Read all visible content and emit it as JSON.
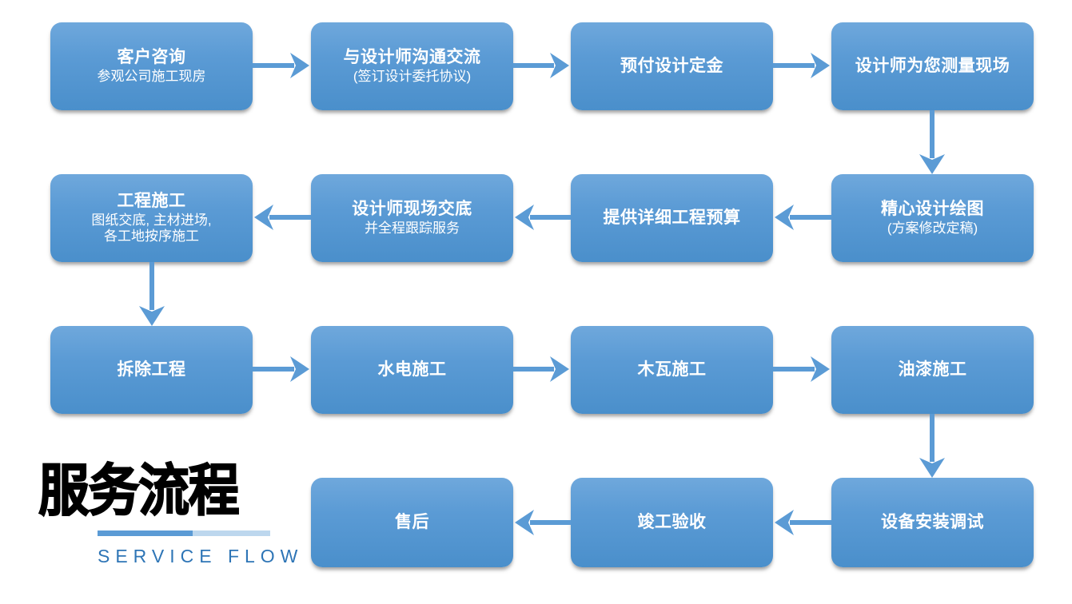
{
  "diagram": {
    "title_cn": "服务流程",
    "title_en": "SERVICE FLOW",
    "accent_color": "#5B9BD5",
    "accent_light_color": "#BDD7EE",
    "title_en_color": "#2E75B6",
    "node_fill_top": "#6FA8DC",
    "node_fill_bottom": "#4A8FCB",
    "node_text_color": "#FFFFFF"
  },
  "nodes": [
    {
      "id": "n01",
      "title": "客户咨询",
      "sub": [
        "参观公司施工现房"
      ]
    },
    {
      "id": "n02",
      "title": "与设计师沟通交流",
      "sub": [
        "(签订设计委托协议)"
      ]
    },
    {
      "id": "n03",
      "title": "预付设计定金",
      "sub": []
    },
    {
      "id": "n04",
      "title": "设计师为您测量现场",
      "sub": []
    },
    {
      "id": "n05",
      "title": "精心设计绘图",
      "sub": [
        "(方案修改定稿)"
      ]
    },
    {
      "id": "n06",
      "title": "提供详细工程预算",
      "sub": []
    },
    {
      "id": "n07",
      "title": "设计师现场交底",
      "sub": [
        "并全程跟踪服务"
      ]
    },
    {
      "id": "n08",
      "title": "工程施工",
      "sub": [
        "图纸交底, 主材进场,",
        "各工地按序施工"
      ]
    },
    {
      "id": "n09",
      "title": "拆除工程",
      "sub": []
    },
    {
      "id": "n10",
      "title": "水电施工",
      "sub": []
    },
    {
      "id": "n11",
      "title": "木瓦施工",
      "sub": []
    },
    {
      "id": "n12",
      "title": "油漆施工",
      "sub": []
    },
    {
      "id": "n13",
      "title": "设备安装调试",
      "sub": []
    },
    {
      "id": "n14",
      "title": "竣工验收",
      "sub": []
    },
    {
      "id": "n15",
      "title": "售后",
      "sub": []
    }
  ],
  "connections": [
    {
      "from": "n01",
      "to": "n02",
      "direction": "right"
    },
    {
      "from": "n02",
      "to": "n03",
      "direction": "right"
    },
    {
      "from": "n03",
      "to": "n04",
      "direction": "right"
    },
    {
      "from": "n04",
      "to": "n05",
      "direction": "down"
    },
    {
      "from": "n05",
      "to": "n06",
      "direction": "left"
    },
    {
      "from": "n06",
      "to": "n07",
      "direction": "left"
    },
    {
      "from": "n07",
      "to": "n08",
      "direction": "left"
    },
    {
      "from": "n08",
      "to": "n09",
      "direction": "down"
    },
    {
      "from": "n09",
      "to": "n10",
      "direction": "right"
    },
    {
      "from": "n10",
      "to": "n11",
      "direction": "right"
    },
    {
      "from": "n11",
      "to": "n12",
      "direction": "right"
    },
    {
      "from": "n12",
      "to": "n13",
      "direction": "down"
    },
    {
      "from": "n13",
      "to": "n14",
      "direction": "left"
    },
    {
      "from": "n14",
      "to": "n15",
      "direction": "left"
    }
  ]
}
